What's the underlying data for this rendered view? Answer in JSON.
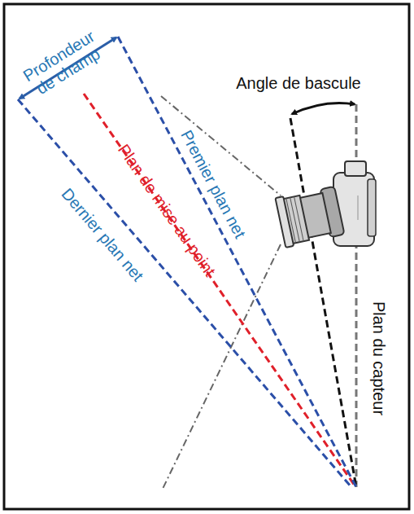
{
  "diagram": {
    "labels": [
      "Profondeur de champ",
      "Angle de bascule",
      "Premier plan net",
      "Plan de mise au point",
      "Dernier plan net",
      "Plan du capteur"
    ]
  }
}
